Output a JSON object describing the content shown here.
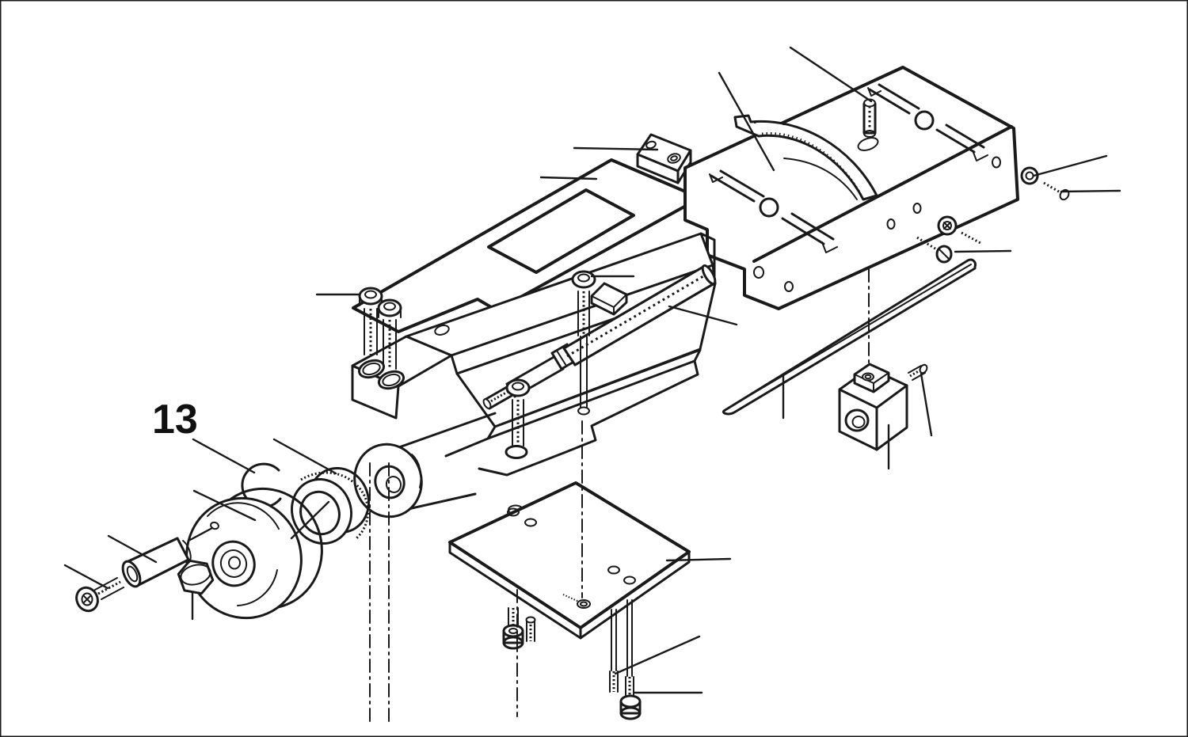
{
  "figure": {
    "type": "exploded-parts-diagram",
    "subject": "machine cross-slide assembly",
    "background_color": "#ffffff",
    "line_color": "#1a1a1a"
  },
  "callouts": {
    "part_label": "13"
  },
  "parts": [
    {
      "name": "swivel-base"
    },
    {
      "name": "angular-scale"
    },
    {
      "name": "base-stud-screw"
    },
    {
      "name": "clamp-block"
    },
    {
      "name": "cover-plate"
    },
    {
      "name": "cap-screw-left-a"
    },
    {
      "name": "cap-screw-left-b"
    },
    {
      "name": "cap-screw-middle-upper"
    },
    {
      "name": "cap-screw-middle-lower"
    },
    {
      "name": "leadscrew"
    },
    {
      "name": "cross-slide-body"
    },
    {
      "name": "bearing-boss"
    },
    {
      "name": "gib-strip"
    },
    {
      "name": "leadscrew-nut-block"
    },
    {
      "name": "set-screw-pin"
    },
    {
      "name": "washer-and-screw-right-end"
    },
    {
      "name": "washer-and-screw-front-a"
    },
    {
      "name": "screw-front-b"
    },
    {
      "name": "bottom-plate"
    },
    {
      "name": "socket-screw-bottom-left"
    },
    {
      "name": "grub-screw-bottom-left"
    },
    {
      "name": "stud-bottom-right-a"
    },
    {
      "name": "socket-screw-bottom-right"
    },
    {
      "name": "crescent-clip"
    },
    {
      "name": "graduated-dial"
    },
    {
      "name": "handwheel"
    },
    {
      "name": "hex-nut"
    },
    {
      "name": "handle-sleeve"
    },
    {
      "name": "handle-cap-screw"
    }
  ]
}
